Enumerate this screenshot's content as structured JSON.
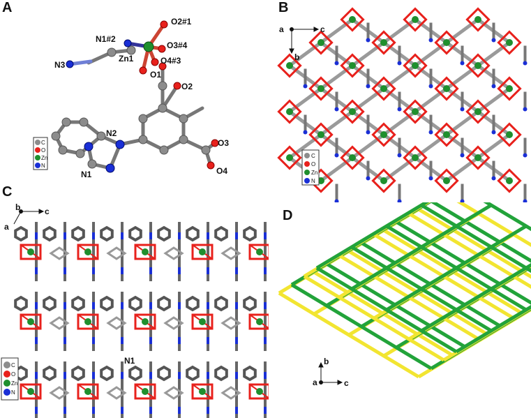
{
  "panels": {
    "a": {
      "letter": "A",
      "atoms": {
        "n1_2": "N1#2",
        "o2_1": "O2#1",
        "o3_4": "O3#4",
        "zn1": "Zn1",
        "o4_3": "O4#3",
        "n3": "N3",
        "o1": "O1",
        "o2": "O2",
        "n2": "N2",
        "o3": "O3",
        "o4": "O4",
        "n1": "N1"
      },
      "legend": [
        "C",
        "O",
        "Zn",
        "N"
      ]
    },
    "b": {
      "letter": "B",
      "axes": {
        "x": "c",
        "y": "b",
        "view": "a"
      },
      "legend": [
        "C",
        "O",
        "Zn",
        "N"
      ]
    },
    "c": {
      "letter": "C",
      "axes": {
        "x": "c",
        "y": "a",
        "view": "b"
      },
      "label_n1": "N1",
      "legend": [
        "C",
        "O",
        "Zn",
        "N"
      ]
    },
    "d": {
      "letter": "D",
      "axes": {
        "x": "c",
        "y": "b",
        "view": "a"
      }
    }
  },
  "colors": {
    "carbon": "#8c8c8c",
    "oxygen": "#e8211c",
    "zinc": "#1f8f2e",
    "nitrogen": "#1a2fd6",
    "net_green": "#22a33a",
    "net_yellow": "#f2e531"
  }
}
